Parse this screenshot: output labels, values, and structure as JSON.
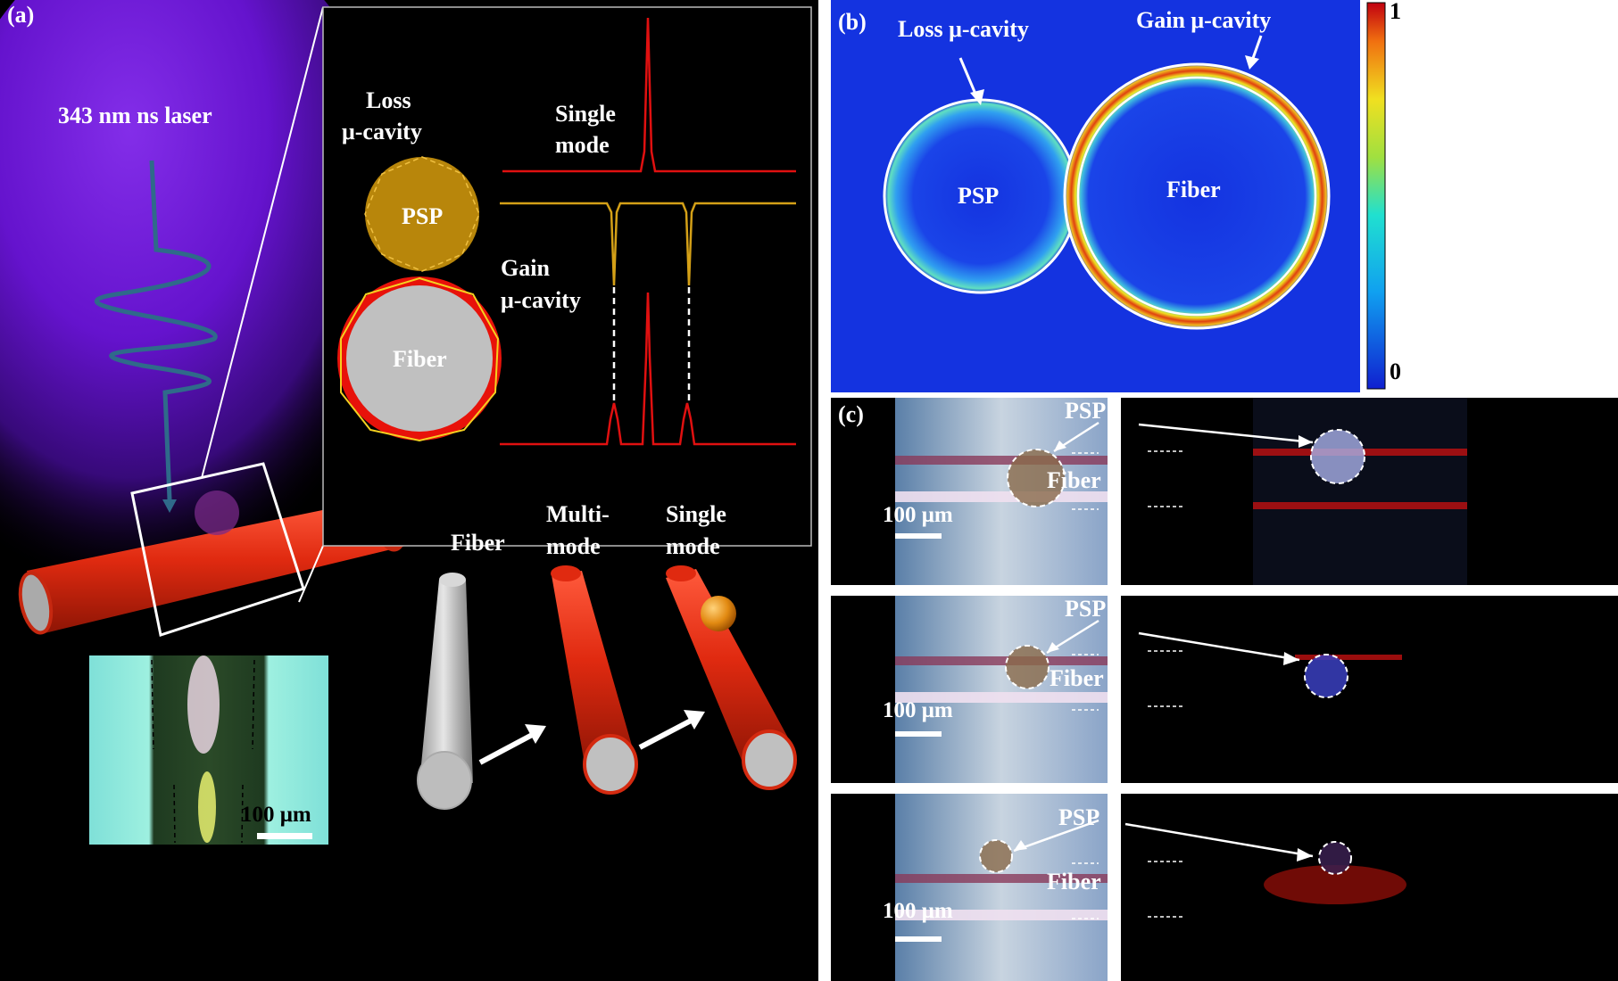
{
  "panel_a": {
    "label": "(a)",
    "laser_label": "343 nm ns laser",
    "inset": {
      "loss_cavity_label_line1": "Loss",
      "loss_cavity_label_line2": "μ-cavity",
      "psp_label": "PSP",
      "fiber_label": "Fiber",
      "single_mode_line1": "Single",
      "single_mode_line2": "mode",
      "gain_cavity_line1": "Gain",
      "gain_cavity_line2": "μ-cavity"
    },
    "micrograph_scale": "100 μm",
    "sequence": {
      "fiber_label": "Fiber",
      "multimode_line1": "Multi-",
      "multimode_line2": "mode",
      "singlemode_line1": "Single",
      "singlemode_line2": "mode"
    }
  },
  "panel_b": {
    "label": "(b)",
    "loss_label": "Loss μ-cavity",
    "gain_label": "Gain μ-cavity",
    "psp_label": "PSP",
    "fiber_label": "Fiber",
    "colorbar_max": "1",
    "colorbar_min": "0"
  },
  "panel_c": {
    "label": "(c)",
    "rows": [
      {
        "psp_label": "PSP",
        "fiber_label": "Fiber",
        "scale": "100 μm"
      },
      {
        "psp_label": "PSP",
        "fiber_label": "Fiber",
        "scale": "100 μm"
      },
      {
        "psp_label": "PSP",
        "fiber_label": "Fiber",
        "scale": "100 μm"
      }
    ]
  },
  "colors": {
    "laser_purple": "#7a1fe6",
    "fiber_red": "#d42a10",
    "psp_gold": "#b8860b",
    "spectrum_red": "#e01010",
    "spectrum_gold": "#d4a017",
    "field_blue": "#1433e0"
  }
}
